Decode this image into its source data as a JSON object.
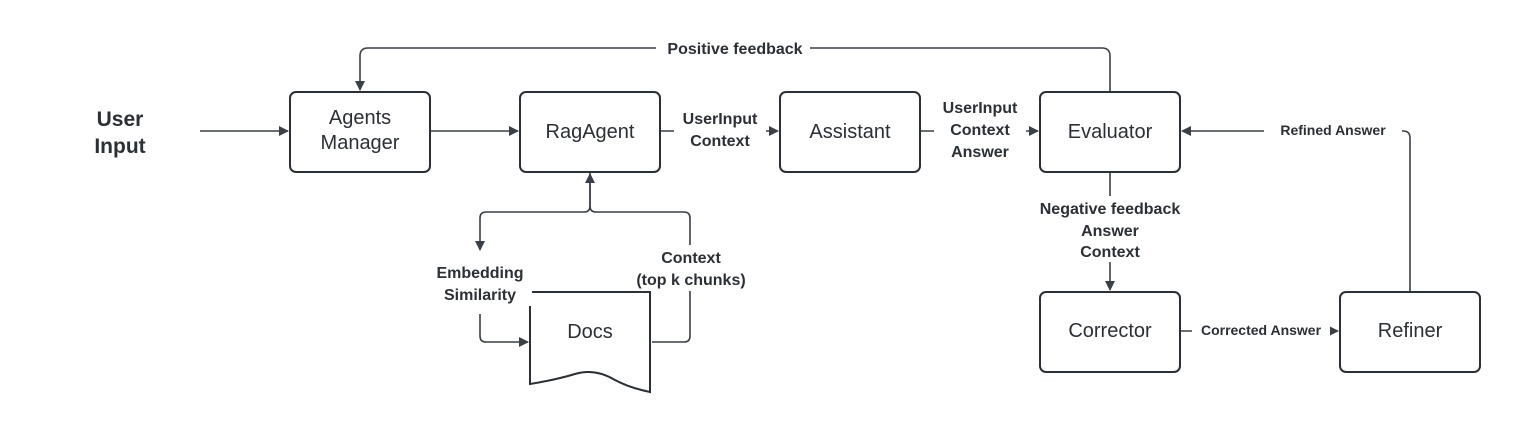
{
  "input": {
    "line1": "User",
    "line2": "Input"
  },
  "nodes": {
    "agents_manager": {
      "line1": "Agents",
      "line2": "Manager"
    },
    "rag_agent": "RagAgent",
    "assistant": "Assistant",
    "evaluator": "Evaluator",
    "docs": "Docs",
    "corrector": "Corrector",
    "refiner": "Refiner"
  },
  "edges": {
    "positive_feedback": "Positive feedback",
    "rag_to_assistant": {
      "line1": "UserInput",
      "line2": "Context"
    },
    "assistant_to_evaluator": {
      "line1": "UserInput",
      "line2": "Context",
      "line3": "Answer"
    },
    "embedding": {
      "line1": "Embedding",
      "line2": "Similarity"
    },
    "context_chunks": {
      "line1": "Context",
      "line2": "(top k chunks)"
    },
    "negative_feedback": {
      "line1": "Negative feedback",
      "line2": "Answer",
      "line3": "Context"
    },
    "corrected_answer": "Corrected Answer",
    "refined_answer": "Refined Answer"
  },
  "colors": {
    "stroke": "#2b2f36",
    "background": "#ffffff"
  }
}
